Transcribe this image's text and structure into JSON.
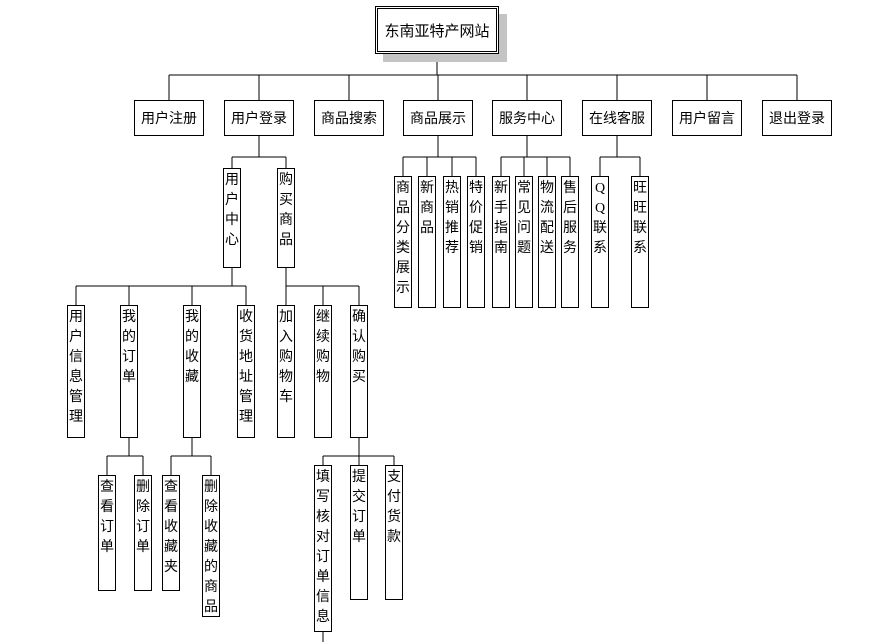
{
  "diagram": {
    "root": "东南亚特产网站",
    "modules": [
      "用户注册",
      "用户登录",
      "商品搜索",
      "商品展示",
      "服务中心",
      "在线客服",
      "用户留言",
      "退出登录"
    ],
    "login_children": [
      "用户中心",
      "购买商品"
    ],
    "user_center_children": [
      "用户信息管理",
      "我的订单",
      "我的收藏",
      "收货地址管理"
    ],
    "my_orders_children": [
      "查看订单",
      "删除订单"
    ],
    "my_favorites_children": [
      "查看收藏夹",
      "删除收藏的商品"
    ],
    "buy_children": [
      "加入购物车",
      "继续购物",
      "确认购买"
    ],
    "confirm_children": [
      "填写核对订单信息",
      "提交订单",
      "支付货款"
    ],
    "display_children": [
      "商品分类展示",
      "新商品",
      "热销推荐",
      "特价促销"
    ],
    "service_children": [
      "新手指南",
      "常见问题",
      "物流配送",
      "售后服务"
    ],
    "support_children": [
      "QQ联系",
      "旺旺联系"
    ]
  }
}
